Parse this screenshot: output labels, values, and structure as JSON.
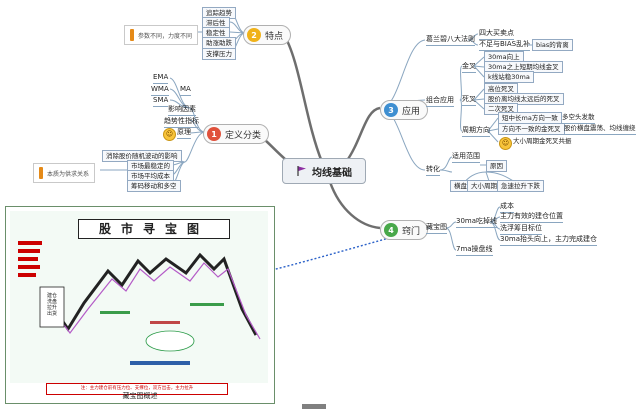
{
  "central": {
    "title": "均线基础"
  },
  "topic_points": {
    "number": "2",
    "label": "特点",
    "items": [
      "追踪趋势",
      "滞后性",
      "稳定性",
      "助涨助跌",
      "支撑压力"
    ],
    "note": "参数不同，力度不同"
  },
  "topic_definition": {
    "number": "1",
    "label": "定义分类",
    "types": [
      "EMA",
      "WMA",
      "SMA"
    ],
    "type_ma": "MA",
    "factor": "影响因素",
    "indicator": "趋势性指标",
    "principle": "原理",
    "principle_items": [
      "消除股价随机波动的影响",
      "市场最稳定的",
      "市场平均成本",
      "筹码移动和多空"
    ],
    "note": "本质为供求关系"
  },
  "topic_application": {
    "number": "3",
    "label": "应用",
    "granville": {
      "label": "葛兰碧八大法则",
      "items": [
        "四大买卖点",
        "不足与BIAS乱补"
      ],
      "bias": "bias的背离"
    },
    "combo": {
      "label": "组合应用",
      "golden": {
        "label": "金叉",
        "items": [
          "30ma向上",
          "30ma之上短期均线金叉",
          "k线站稳30ma"
        ]
      },
      "dead": {
        "label": "死叉",
        "items": [
          "高位死叉",
          "股价离均线太远后的死叉",
          "二次死叉"
        ]
      },
      "trend": {
        "label": "周期方向",
        "items": [
          "短中长ma方向一致",
          "方向不一致的金死叉",
          "大小周期金死叉共振"
        ],
        "extra": [
          "多空头发散",
          "股价横盘震荡、均线缠绕"
        ]
      }
    },
    "transform": {
      "label": "转化",
      "scope": "适用范围",
      "principle": "原因",
      "items": [
        "横盘",
        "大小周期",
        "急速拉升下跌"
      ]
    }
  },
  "topic_tricks": {
    "number": "4",
    "label": "窍门",
    "map_label": "藏宝图",
    "ma30": {
      "label": "30ma吃掉线",
      "items": [
        "成本",
        "主力有效的建仓位置",
        "洗浮筹目标位",
        "30ma抬头向上，主力完成建仓"
      ]
    },
    "ma7": {
      "label": "7ma操盘线"
    }
  },
  "treasure_map": {
    "title": "股市寻宝图",
    "caption": "藏宝图概述",
    "footer": "注：主力建仓前有压力位、支撑位，双方出击，主力拉升",
    "side_text": [
      "建仓",
      "洗盘",
      "拉升",
      "出货"
    ]
  },
  "colors": {
    "num_1": "#e0513b",
    "num_2": "#f0b21a",
    "num_3": "#3f8fd1",
    "num_4": "#48a84a",
    "line": "#6e8aa6",
    "blue_dotted": "#2d63c9"
  }
}
